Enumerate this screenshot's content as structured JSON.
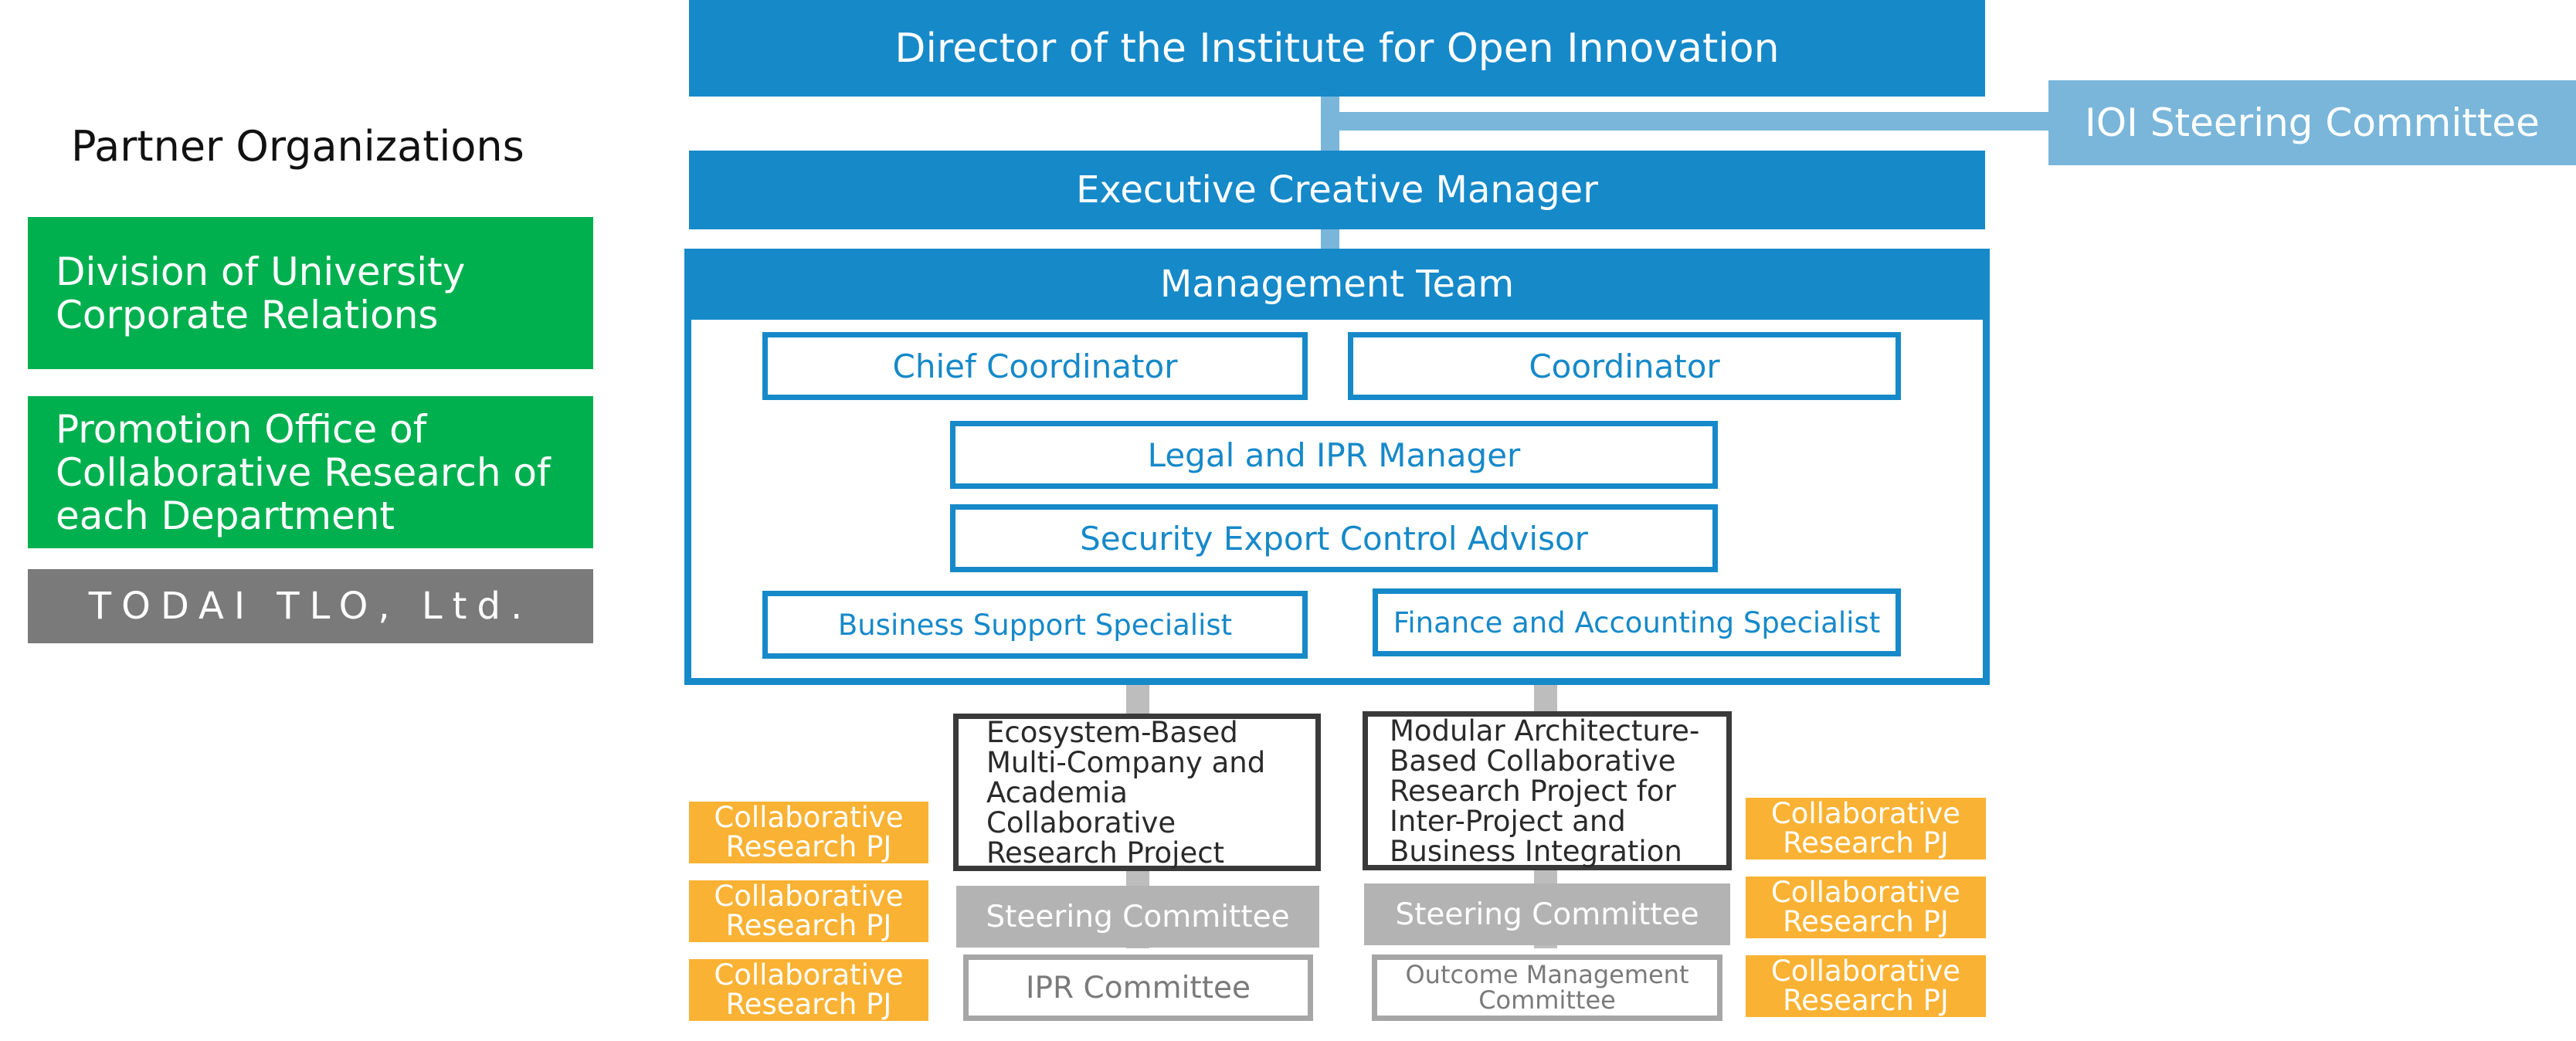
{
  "director": "Director of the Institute for Open Innovation",
  "steering_committee": "IOI Steering Committee",
  "executive": "Executive Creative Manager",
  "management_team": {
    "title": "Management Team",
    "chief_coordinator": "Chief Coordinator",
    "coordinator": "Coordinator",
    "legal_ipr": "Legal and IPR Manager",
    "security_export": "Security Export Control Advisor",
    "business_support": "Business Support Specialist",
    "finance": "Finance and Accounting Specialist"
  },
  "partners": {
    "heading": "Partner Organizations",
    "division": "Division of University Corporate Relations",
    "promotion": "Promotion Office of Collaborative Research of each Department",
    "tlo": "TODAI TLO, Ltd."
  },
  "projects": {
    "left": {
      "title": "Ecosystem-Based Multi-Company and Academia Collaborative Research Project",
      "steering": "Steering Committee",
      "sub_committee": "IPR Committee"
    },
    "right": {
      "title": "Modular Architecture-Based Collaborative Research Project for Inter-Project and Business Integration",
      "steering": "Steering Committee",
      "sub_committee": "Outcome Management Committee"
    }
  },
  "collab_pj": [
    "Collaborative Research PJ",
    "Collaborative Research PJ",
    "Collaborative Research PJ",
    "Collaborative Research PJ",
    "Collaborative Research PJ",
    "Collaborative Research PJ"
  ],
  "colors": {
    "primary_blue": "#1689c9",
    "light_blue": "#79b6da",
    "green": "#00b04f",
    "gray": "#7a7a7a",
    "orange": "#f9b233",
    "light_gray": "#b3b3b3"
  }
}
